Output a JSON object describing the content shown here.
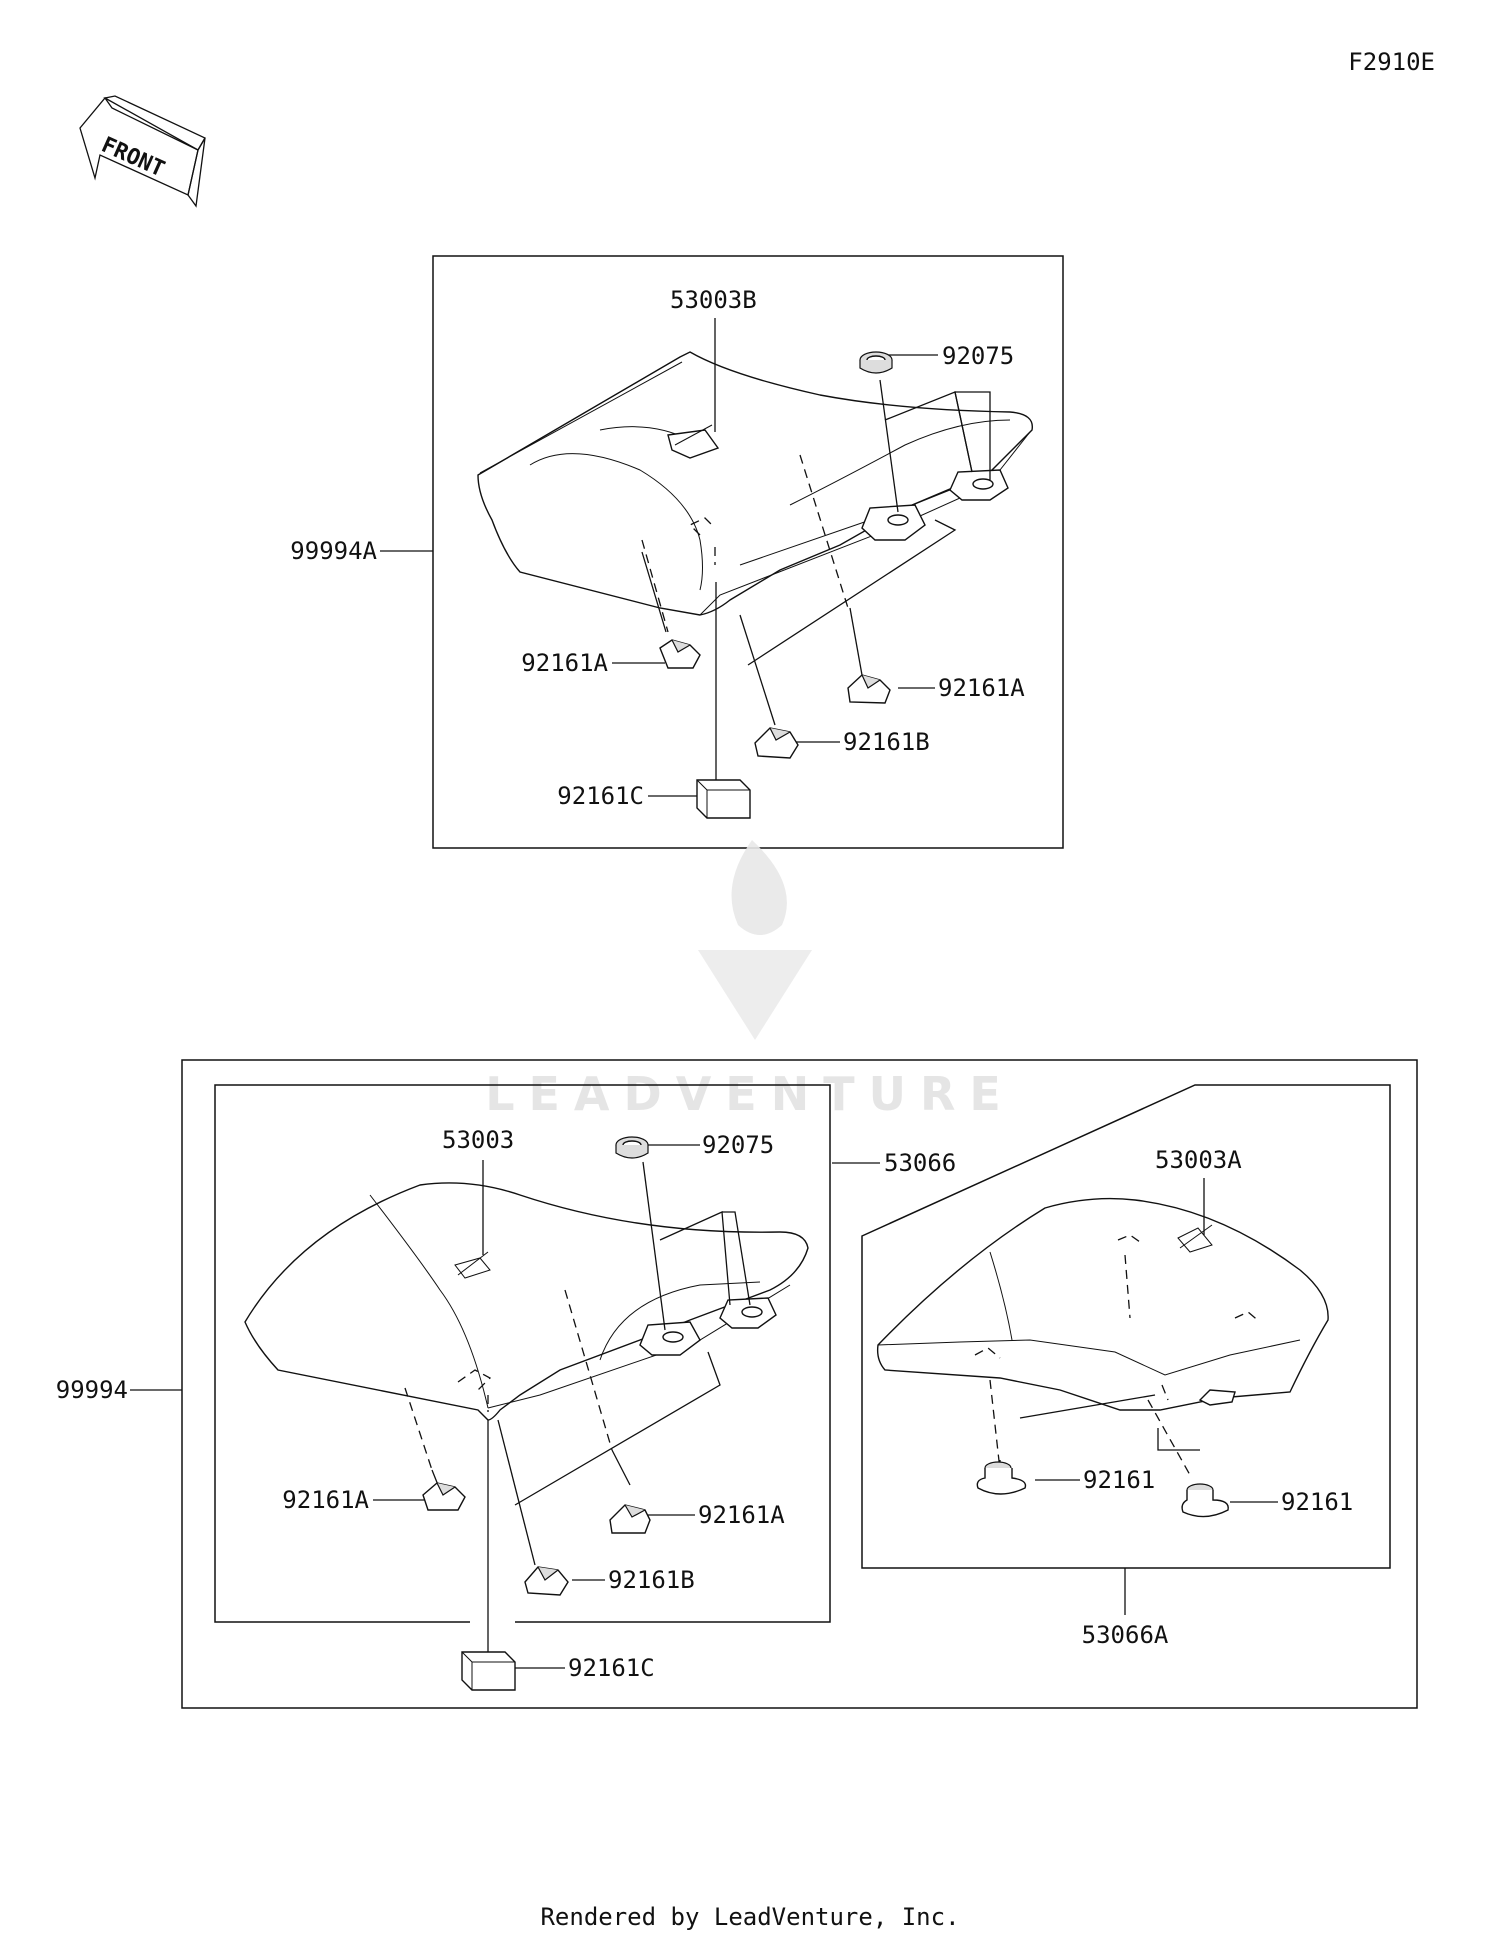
{
  "figure_code": "F2910E",
  "front_label": "FRONT",
  "footer": "Rendered by LeadVenture, Inc.",
  "watermark": "LEADVENTURE",
  "top_assembly": {
    "assembly": "99994A",
    "seat": "53003B",
    "grommet": "92075",
    "damper_a_left": "92161A",
    "damper_a_right": "92161A",
    "damper_b": "92161B",
    "damper_c": "92161C"
  },
  "bottom_assembly": {
    "assembly": "99994",
    "front_seat_assembly": "53066",
    "rear_seat_assembly": "53066A",
    "front_seat": "53003",
    "grommet": "92075",
    "damper_a_left": "92161A",
    "damper_a_right": "92161A",
    "damper_b": "92161B",
    "damper_c": "92161C",
    "rear_seat": "53003A",
    "rear_damper_left": "92161",
    "rear_damper_right": "92161"
  }
}
